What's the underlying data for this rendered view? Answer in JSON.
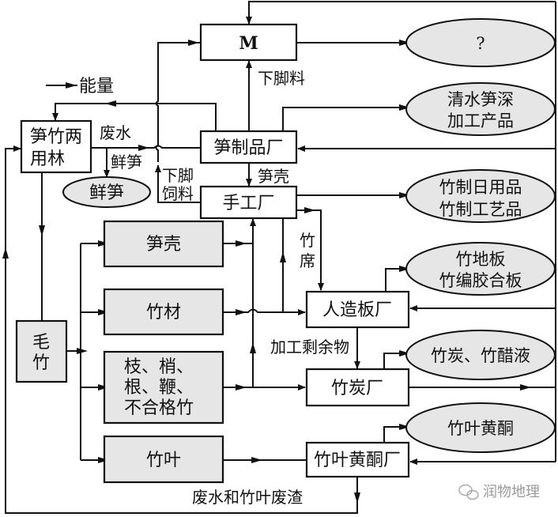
{
  "diagram": {
    "nodes": {
      "m": "M",
      "unknown": "?",
      "forest": [
        "笋竹两",
        "用林"
      ],
      "shoot_factory": "笋制品厂",
      "shoot_products": [
        "清水笋深",
        "加工产品"
      ],
      "handcraft_factory": "手工厂",
      "daily_products": [
        "竹制日用品",
        "竹制工艺品"
      ],
      "fresh_shoot": "鲜笋",
      "shell": "笋壳",
      "timber": "竹材",
      "branches": [
        "枝、梢、",
        "根、鞭、",
        "不合格竹"
      ],
      "leaves": "竹叶",
      "moso": [
        "毛",
        "竹"
      ],
      "board_factory": "人造板厂",
      "board_products": [
        "竹地板",
        "竹编胶合板"
      ],
      "charcoal_factory": "竹炭厂",
      "charcoal_products": "竹炭、竹醋液",
      "flavone_factory": "竹叶黄酮厂",
      "flavone": "竹叶黄酮"
    },
    "edge_labels": {
      "energy": "能量",
      "wastewater": "废水",
      "fresh_shoot": "鲜笋",
      "leftover_top": "下脚料",
      "leftover_feed": [
        "下脚",
        "饲料"
      ],
      "shell": "笋壳",
      "mat": [
        "竹",
        "席"
      ],
      "residue": "加工剩余物",
      "waste": "废水和竹叶废渣"
    },
    "watermark": "润物地理"
  }
}
